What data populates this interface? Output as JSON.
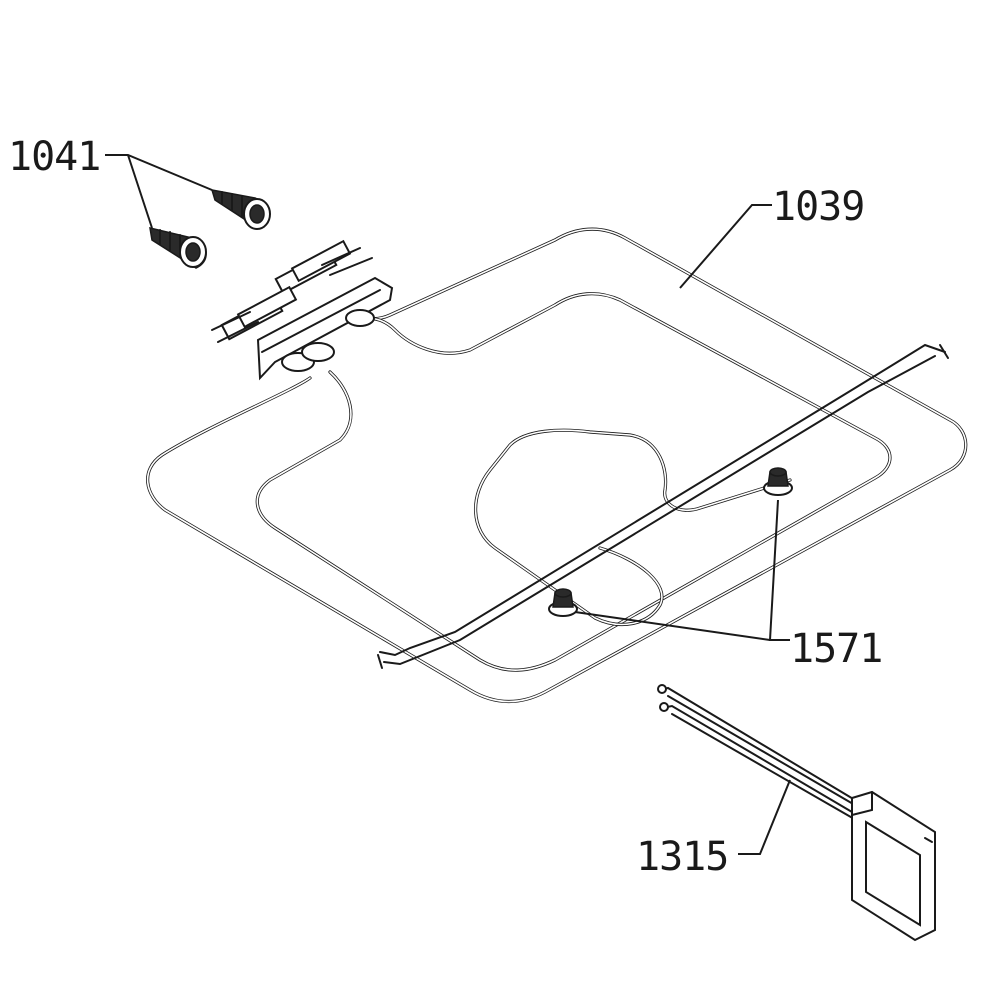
{
  "diagram": {
    "labels": {
      "clips": "1041",
      "heating_element": "1039",
      "fixing_nuts": "1571",
      "thermostat_probe": "1315"
    }
  }
}
